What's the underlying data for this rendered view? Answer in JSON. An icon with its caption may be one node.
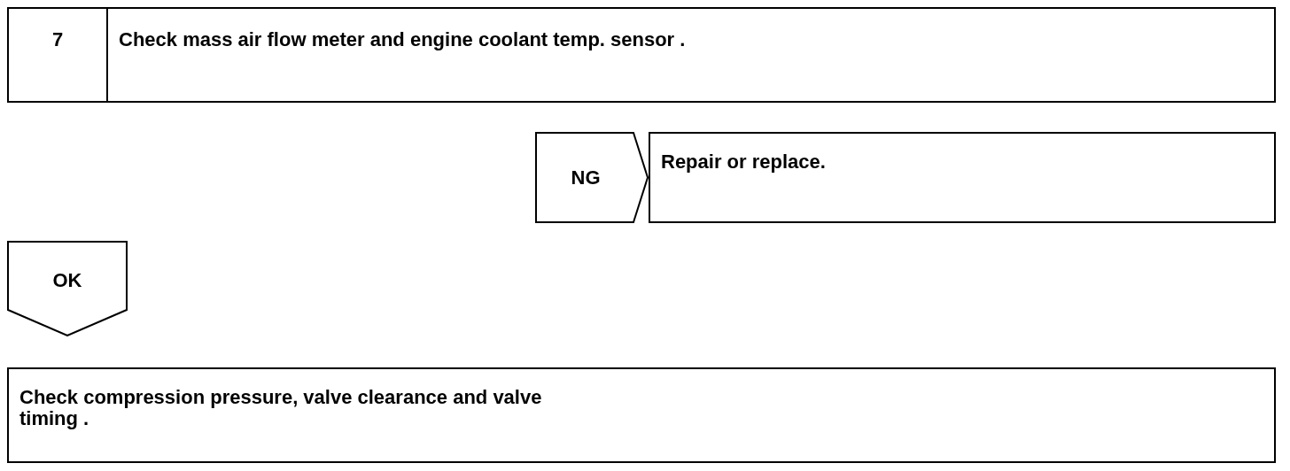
{
  "diagram": {
    "nodes": [
      {
        "text": [
          "7",
          "Check mass air flow meter and engine coolant temp. sensor ."
        ]
      },
      {
        "text": [
          "NG"
        ]
      },
      {
        "text": [
          "Repair or replace."
        ]
      },
      {
        "text": [
          "OK"
        ]
      },
      {
        "text": [
          "Check compression pressure, valve clearance and valve timing ."
        ]
      }
    ]
  }
}
